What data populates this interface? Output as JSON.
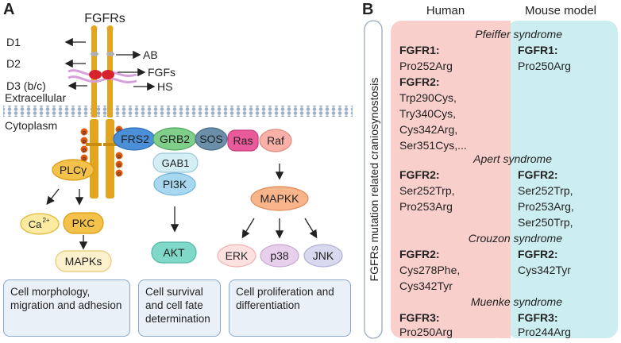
{
  "panel_a": {
    "label": "A",
    "receptor": "FGFRs",
    "domains": [
      "D1",
      "D2",
      "D3 (b/c)"
    ],
    "ligands": [
      "AB",
      "FGFs",
      "HS"
    ],
    "extracellular": "Extracellular",
    "cytoplasm": "Cytoplasm",
    "phospho": "p",
    "pathway": {
      "plcy": "PLCγ",
      "ca": "Ca",
      "ca_sup": "2+",
      "pkc": "PKC",
      "mapks": "MAPKs",
      "frs2": "FRS2",
      "grb2": "GRB2",
      "sos": "SOS",
      "ras": "Ras",
      "raf": "Raf",
      "gab1": "GAB1",
      "pi3k": "PI3K",
      "akt": "AKT",
      "mapkk": "MAPKK",
      "erk": "ERK",
      "p38": "p38",
      "jnk": "JNK"
    },
    "outcomes": [
      "Cell morphology, migration and adhesion",
      "Cell survival and cell fate determination",
      "Cell proliferation and differentiation"
    ]
  },
  "panel_b": {
    "label": "B",
    "col_human": "Human",
    "col_mouse": "Mouse model",
    "side_label": "FGFRs mutation related craniosynostosis",
    "syndromes": {
      "pfeiffer": "Pfeiffer syndrome",
      "apert": "Apert syndrome",
      "crouzon": "Crouzon syndrome",
      "muenke": "Muenke syndrome"
    },
    "human": {
      "pf_g1": "FGFR1:",
      "pf_m1": "Pro252Arg",
      "pf_g2": "FGFR2:",
      "pf_m2": [
        "Trp290Cys,",
        "Try340Cys,",
        "Cys342Arg,",
        "Ser351Cys,..."
      ],
      "ap_g": "FGFR2:",
      "ap_m": [
        "Ser252Trp,",
        "Pro253Arg"
      ],
      "cr_g": "FGFR2:",
      "cr_m": [
        "Cys278Phe,",
        "Cys342Tyr"
      ],
      "mu_g": "FGFR3:",
      "mu_m": "Pro250Arg"
    },
    "mouse": {
      "pf_g": "FGFR1:",
      "pf_m": "Pro250Arg",
      "ap_g": "FGFR2:",
      "ap_m": [
        "Ser252Trp,",
        "Pro253Arg,",
        "Ser250Trp,"
      ],
      "cr_g": "FGFR2:",
      "cr_m": "Cys342Tyr",
      "mu_g": "FGFR3:",
      "mu_m": "Pro244Arg"
    }
  }
}
